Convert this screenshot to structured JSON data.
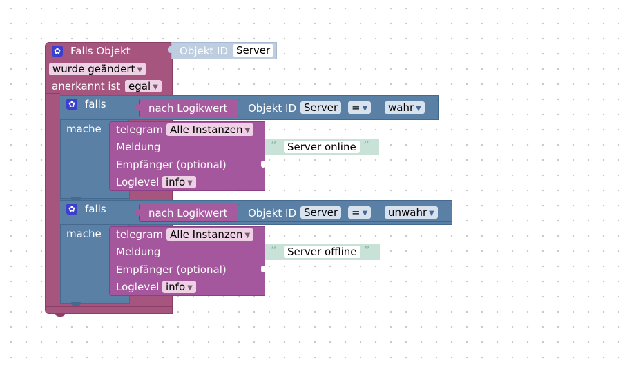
{
  "trigger": {
    "title": "Falls Objekt",
    "object_id_label": "Objekt ID",
    "object_id_value": "Server",
    "changed_select": "wurde geändert",
    "ack_label": "anerkannt ist",
    "ack_select": "egal",
    "icon": "gear-icon"
  },
  "if_blocks": [
    {
      "falls_label": "falls",
      "mache_label": "mache",
      "logic_label": "nach Logikwert",
      "object_id_label": "Objekt ID",
      "object_id_value": "Server",
      "operator": "=",
      "value": "wahr",
      "telegram": {
        "label": "telegram",
        "instance": "Alle Instanzen",
        "message_label": "Meldung",
        "message_text": "Server online",
        "recipient_label": "Empfänger (optional)",
        "loglevel_label": "Loglevel",
        "loglevel_value": "info"
      }
    },
    {
      "falls_label": "falls",
      "mache_label": "mache",
      "logic_label": "nach Logikwert",
      "object_id_label": "Objekt ID",
      "object_id_value": "Server",
      "operator": "=",
      "value": "unwahr",
      "telegram": {
        "label": "telegram",
        "instance": "Alle Instanzen",
        "message_label": "Meldung",
        "message_text": "Server offline",
        "recipient_label": "Empfänger (optional)",
        "loglevel_label": "Loglevel",
        "loglevel_value": "info"
      }
    }
  ],
  "colors": {
    "event_block": "#a5557e",
    "if_block": "#5b80a5",
    "telegram_block": "#a5579d",
    "text_block": "#c8e2d7",
    "object_id_block": "#bfcde0"
  }
}
